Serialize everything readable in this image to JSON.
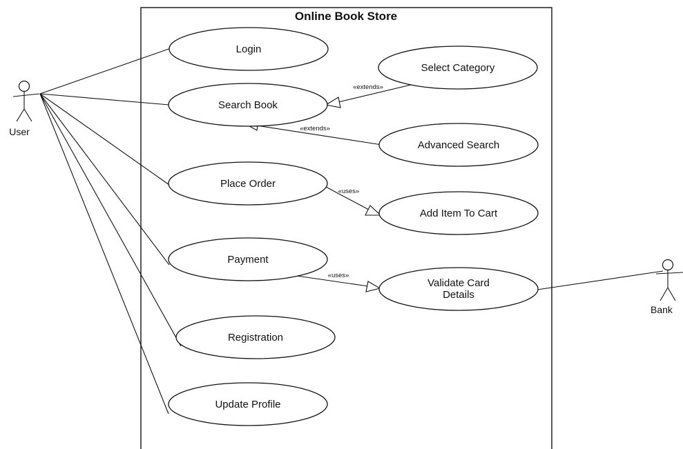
{
  "system": {
    "title": "Online Book Store"
  },
  "actors": {
    "user": "User",
    "bank": "Bank"
  },
  "use_cases": {
    "login": "Login",
    "search_book": "Search Book",
    "select_category": "Select Category",
    "advanced_search": "Advanced Search",
    "place_order": "Place Order",
    "add_item_to_cart": "Add Item To Cart",
    "payment": "Payment",
    "validate_card_line1": "Validate Card",
    "validate_card_line2": "Details",
    "registration": "Registration",
    "update_profile": "Update Profile"
  },
  "relations": {
    "select_category_extends": "«extends»",
    "advanced_search_extends": "«extends»",
    "place_order_uses": "«uses»",
    "payment_uses": "«uses»"
  }
}
